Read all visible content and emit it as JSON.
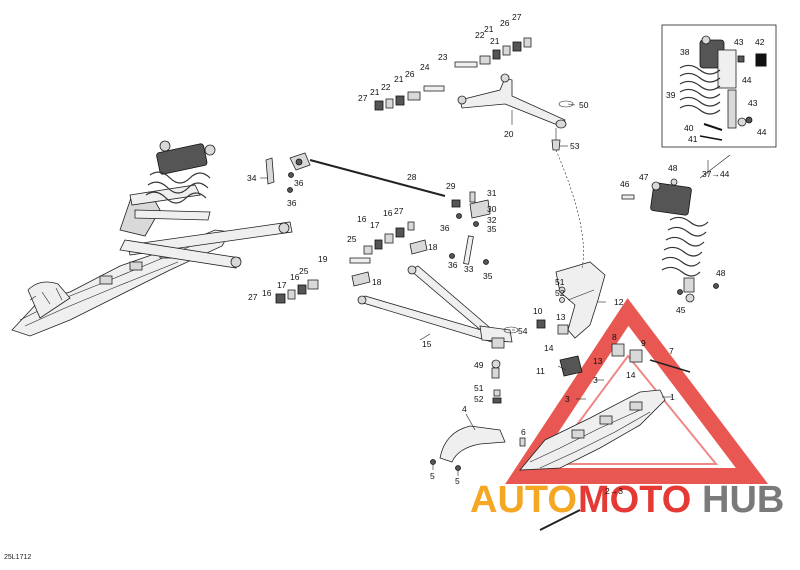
{
  "document": {
    "code": "25L1712"
  },
  "watermark": {
    "part1": "AUTO",
    "part2": "MOTO",
    "part3": "HUB",
    "color_red": "#e53935",
    "color_orange": "#f5a623",
    "color_grey": "#7a7a7a"
  },
  "callouts": [
    {
      "id": "c1",
      "text": "1"
    },
    {
      "id": "c2",
      "text": "2→3"
    },
    {
      "id": "c3a",
      "text": "3"
    },
    {
      "id": "c3b",
      "text": "3"
    },
    {
      "id": "c4",
      "text": "4"
    },
    {
      "id": "c5a",
      "text": "5"
    },
    {
      "id": "c5b",
      "text": "5"
    },
    {
      "id": "c6",
      "text": "6"
    },
    {
      "id": "c7",
      "text": "7"
    },
    {
      "id": "c8",
      "text": "8"
    },
    {
      "id": "c9",
      "text": "9"
    },
    {
      "id": "c10",
      "text": "10"
    },
    {
      "id": "c11",
      "text": "11"
    },
    {
      "id": "c12",
      "text": "12"
    },
    {
      "id": "c13a",
      "text": "13"
    },
    {
      "id": "c13b",
      "text": "13"
    },
    {
      "id": "c14a",
      "text": "14"
    },
    {
      "id": "c14b",
      "text": "14"
    },
    {
      "id": "c15",
      "text": "15"
    },
    {
      "id": "c16a",
      "text": "16"
    },
    {
      "id": "c16b",
      "text": "16"
    },
    {
      "id": "c16c",
      "text": "16"
    },
    {
      "id": "c16d",
      "text": "16"
    },
    {
      "id": "c17a",
      "text": "17"
    },
    {
      "id": "c17b",
      "text": "17"
    },
    {
      "id": "c18a",
      "text": "18"
    },
    {
      "id": "c18b",
      "text": "18"
    },
    {
      "id": "c19",
      "text": "19"
    },
    {
      "id": "c20",
      "text": "20"
    },
    {
      "id": "c21a",
      "text": "21"
    },
    {
      "id": "c21b",
      "text": "21"
    },
    {
      "id": "c21c",
      "text": "21"
    },
    {
      "id": "c21d",
      "text": "21"
    },
    {
      "id": "c22a",
      "text": "22"
    },
    {
      "id": "c22b",
      "text": "22"
    },
    {
      "id": "c23",
      "text": "23"
    },
    {
      "id": "c24",
      "text": "24"
    },
    {
      "id": "c25a",
      "text": "25"
    },
    {
      "id": "c25b",
      "text": "25"
    },
    {
      "id": "c26a",
      "text": "26"
    },
    {
      "id": "c26b",
      "text": "26"
    },
    {
      "id": "c27a",
      "text": "27"
    },
    {
      "id": "c27b",
      "text": "27"
    },
    {
      "id": "c27c",
      "text": "27"
    },
    {
      "id": "c27d",
      "text": "27"
    },
    {
      "id": "c28",
      "text": "28"
    },
    {
      "id": "c29",
      "text": "29"
    },
    {
      "id": "c30",
      "text": "30"
    },
    {
      "id": "c31",
      "text": "31"
    },
    {
      "id": "c32",
      "text": "32"
    },
    {
      "id": "c33",
      "text": "33"
    },
    {
      "id": "c34",
      "text": "34"
    },
    {
      "id": "c35a",
      "text": "35"
    },
    {
      "id": "c35b",
      "text": "35"
    },
    {
      "id": "c36a",
      "text": "36"
    },
    {
      "id": "c36b",
      "text": "36"
    },
    {
      "id": "c36c",
      "text": "36"
    },
    {
      "id": "c36d",
      "text": "36"
    },
    {
      "id": "c37",
      "text": "37→44"
    },
    {
      "id": "c38",
      "text": "38"
    },
    {
      "id": "c39",
      "text": "39"
    },
    {
      "id": "c40",
      "text": "40"
    },
    {
      "id": "c41",
      "text": "41"
    },
    {
      "id": "c42",
      "text": "42"
    },
    {
      "id": "c43a",
      "text": "43"
    },
    {
      "id": "c43b",
      "text": "43"
    },
    {
      "id": "c44a",
      "text": "44"
    },
    {
      "id": "c44b",
      "text": "44"
    },
    {
      "id": "c45",
      "text": "45"
    },
    {
      "id": "c46",
      "text": "46"
    },
    {
      "id": "c47",
      "text": "47"
    },
    {
      "id": "c48a",
      "text": "48"
    },
    {
      "id": "c48b",
      "text": "48"
    },
    {
      "id": "c49",
      "text": "49"
    },
    {
      "id": "c50",
      "text": "50"
    },
    {
      "id": "c51a",
      "text": "51"
    },
    {
      "id": "c51b",
      "text": "51"
    },
    {
      "id": "c52a",
      "text": "52"
    },
    {
      "id": "c52b",
      "text": "52"
    },
    {
      "id": "c53",
      "text": "53"
    },
    {
      "id": "c54",
      "text": "54"
    }
  ]
}
